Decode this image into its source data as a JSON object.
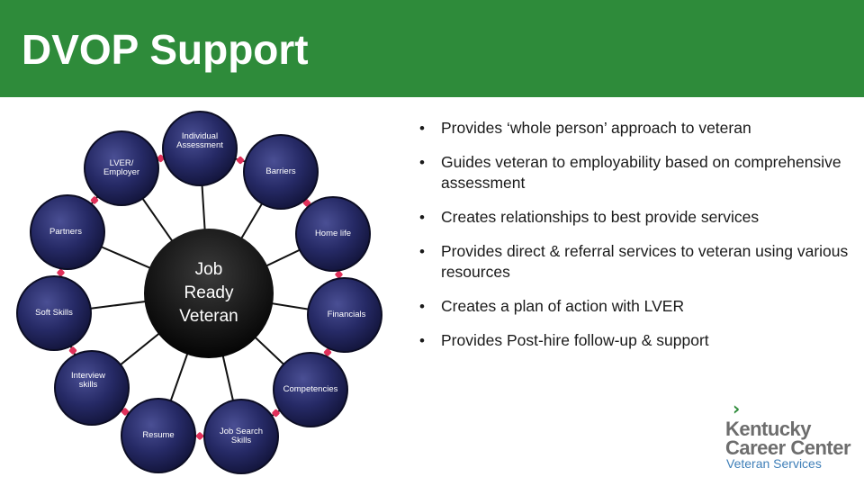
{
  "header": {
    "title": "DVOP Support"
  },
  "diagram": {
    "center": [
      "Job",
      "Ready",
      "Veteran"
    ],
    "nodes": [
      {
        "key": "assessment",
        "lines": [
          "Individual",
          "Assessment"
        ]
      },
      {
        "key": "barriers",
        "lines": [
          "Barriers"
        ]
      },
      {
        "key": "home-life",
        "lines": [
          "Home life"
        ]
      },
      {
        "key": "financials",
        "lines": [
          "Financials"
        ]
      },
      {
        "key": "competencies",
        "lines": [
          "Competencies"
        ]
      },
      {
        "key": "job-search-skills",
        "lines": [
          "Job Search",
          "Skills"
        ]
      },
      {
        "key": "resume",
        "lines": [
          "Resume"
        ]
      },
      {
        "key": "interview-skills",
        "lines": [
          "Interview",
          "skills"
        ]
      },
      {
        "key": "soft-skills",
        "lines": [
          "Soft Skills"
        ]
      },
      {
        "key": "partners",
        "lines": [
          "Partners"
        ]
      },
      {
        "key": "lver-employer",
        "lines": [
          "LVER/",
          "Employer"
        ]
      }
    ]
  },
  "bullets": [
    "Provides ‘whole person’ approach to veteran",
    "Guides veteran to employability based on comprehensive assessment",
    "Creates relationships to best provide services",
    "Provides direct & referral services to veteran using various resources",
    "Creates a plan of action with LVER",
    "Provides Post-hire follow-up & support"
  ],
  "logo": {
    "mark": "›",
    "line1": "Kentucky",
    "line2": "Career Center",
    "line3": "Veteran Services"
  },
  "colors": {
    "header": "#2e8b3a",
    "node_fill": "#23275e",
    "connector_dot": "#e0305a",
    "logo_text": "#6d6d6d",
    "logo_sub": "#3f7fb8"
  }
}
